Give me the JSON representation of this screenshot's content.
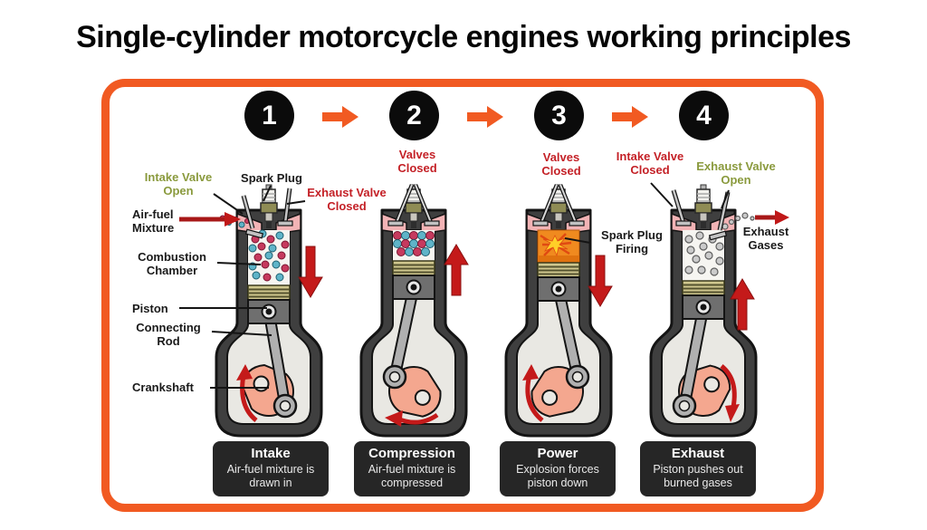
{
  "title": "Single-cylinder motorcycle engines working principles",
  "stages": [
    {
      "number": "1",
      "caption_title": "Intake",
      "caption_body": "Air-fuel mixture is drawn in"
    },
    {
      "number": "2",
      "caption_title": "Compression",
      "caption_body": "Air-fuel mixture is compressed"
    },
    {
      "number": "3",
      "caption_title": "Power",
      "caption_body": "Explosion forces piston down"
    },
    {
      "number": "4",
      "caption_title": "Exhaust",
      "caption_body": "Piston pushes out burned gases"
    }
  ],
  "annotations": {
    "stage1": {
      "intake_valve": "Intake Valve Open",
      "spark_plug": "Spark Plug",
      "exhaust_valve": "Exhaust Valve Closed",
      "air_fuel": "Air-fuel Mixture",
      "combustion_chamber": "Combustion Chamber",
      "piston": "Piston",
      "connecting_rod": "Connecting Rod",
      "crankshaft": "Crankshaft"
    },
    "stage2": {
      "valves": "Valves Closed"
    },
    "stage3": {
      "valves": "Valves Closed",
      "spark_plug_firing": "Spark Plug Firing"
    },
    "stage4": {
      "intake_valve": "Intake Valve Closed",
      "exhaust_valve": "Exhaust Valve Open",
      "exhaust_gases": "Exhaust Gases"
    }
  },
  "colors": {
    "frame_orange": "#F15A22",
    "label_red": "#C42127",
    "label_olive": "#8A9A3D",
    "caption_bg": "#262626",
    "motion_arrow_red": "#C41A1A",
    "mixture_blue": "#5FB4C8",
    "mixture_red": "#C63A5E",
    "explosion_orange": "#F08A1F",
    "engine_body_gray": "#3F3F3F",
    "crank_salmon": "#F4A78F",
    "port_pink": "#F2B3B5"
  }
}
